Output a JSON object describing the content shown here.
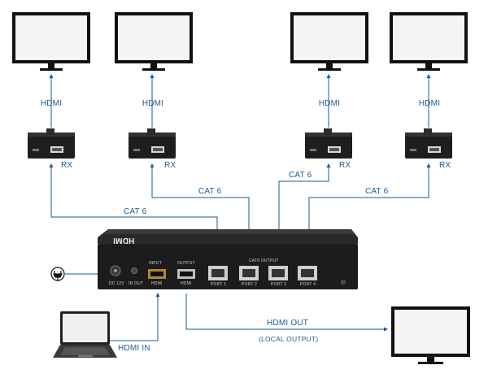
{
  "labels": {
    "hdmi": "HDMI",
    "rx": "RX",
    "cat6": "CAT 6",
    "hdmi_in": "HDMI  IN",
    "hdmi_out": "HDMI  OUT",
    "local_output": "(LOCAL OUTPUT)"
  },
  "device": {
    "logo": "HDMI",
    "input_tag": "INPUT",
    "output_tag": "OUTPUT",
    "hdmi_port_label": "HDMI",
    "cat6_output_tag": "CAT6 OUTPUT",
    "dc_label": "DC 12V",
    "ir_label": "IR OUT",
    "ports": [
      "PORT 1",
      "PORT 2",
      "PORT 3",
      "PORT 4"
    ]
  },
  "colors": {
    "line": "#1a5a96",
    "device": "#1c1c1c"
  }
}
